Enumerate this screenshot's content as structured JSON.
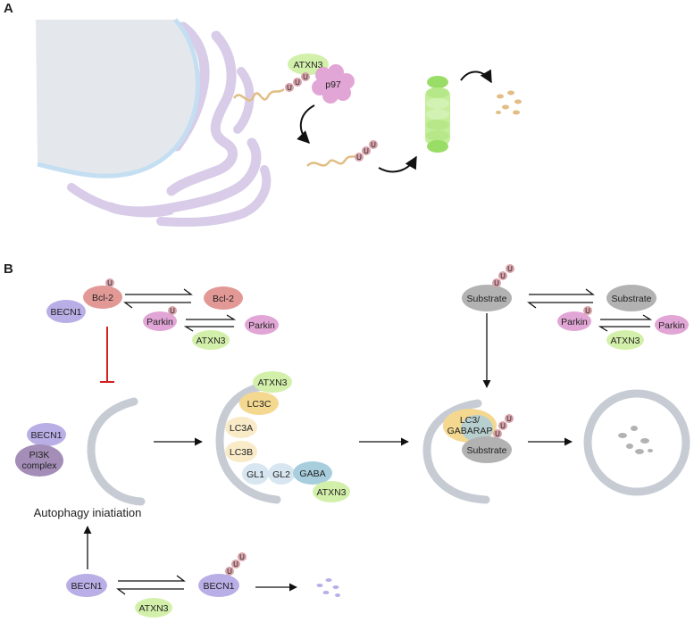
{
  "panels": {
    "a": "A",
    "b": "B"
  },
  "ub": "U",
  "panel_a": {
    "atxn3": "ATXN3",
    "p97": "p97"
  },
  "panel_b": {
    "becn1": "BECN1",
    "bcl2": "Bcl-2",
    "parkin": "Parkin",
    "atxn3": "ATXN3",
    "pi3k_line1": "PI3K",
    "pi3k_line2": "complex",
    "initiation": "Autophagy iniatiation",
    "lc3c": "LC3C",
    "lc3a": "LC3A",
    "lc3b": "LC3B",
    "gl1": "GL1",
    "gl2": "GL2",
    "gaba": "GABA",
    "substrate": "Substrate",
    "lc3_line1": "LC3/",
    "lc3_line2": "GABARAP"
  },
  "colors": {
    "nucleus": "#e4e8ec",
    "envelope": "#c4def2",
    "er": "#d8cce8",
    "becn1": "#b9aee6",
    "bcl2": "#e29996",
    "parkin": "#e2a6d6",
    "atxn3": "#d3f0aa",
    "ubiquitin": "#d8a2aa",
    "substrate": "#b2b2b2",
    "lc3c": "#f5d890",
    "lc3a": "#f9ebc8",
    "gl": "#d7e6f0",
    "gaba": "#a8cede",
    "pi3k": "#a48eb8",
    "inhibit": "#d42020",
    "proteasome": "#99dd66",
    "peptides": "#e2bd84",
    "membrane": "#c7ccd4"
  }
}
